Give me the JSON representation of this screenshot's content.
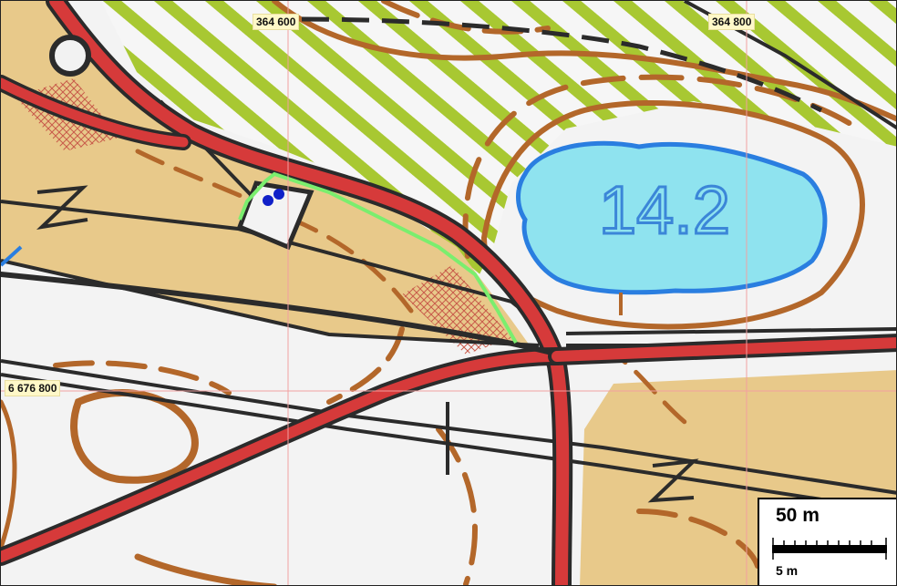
{
  "map": {
    "grid_labels": {
      "easting_1": "364 600",
      "easting_2": "364 800",
      "northing_1": "6 676 800"
    },
    "lake_label": "14.2",
    "scale": {
      "major_label": "50 m",
      "minor_label": "5 m"
    },
    "colors": {
      "open_land": "#e8c98a",
      "forest_white": "#f4f4f4",
      "vegetation_stripes": "#a8c832",
      "contour": "#b3672a",
      "road_fill": "#d63a3a",
      "road_casing": "#2b2b2b",
      "lake_fill": "#8fe3ef",
      "lake_outline": "#2a7ee0",
      "lake_text": "#3b86d8",
      "track": "#7aee6e",
      "grid_line": "#f2a0a0",
      "marker": "#1020c8"
    }
  }
}
